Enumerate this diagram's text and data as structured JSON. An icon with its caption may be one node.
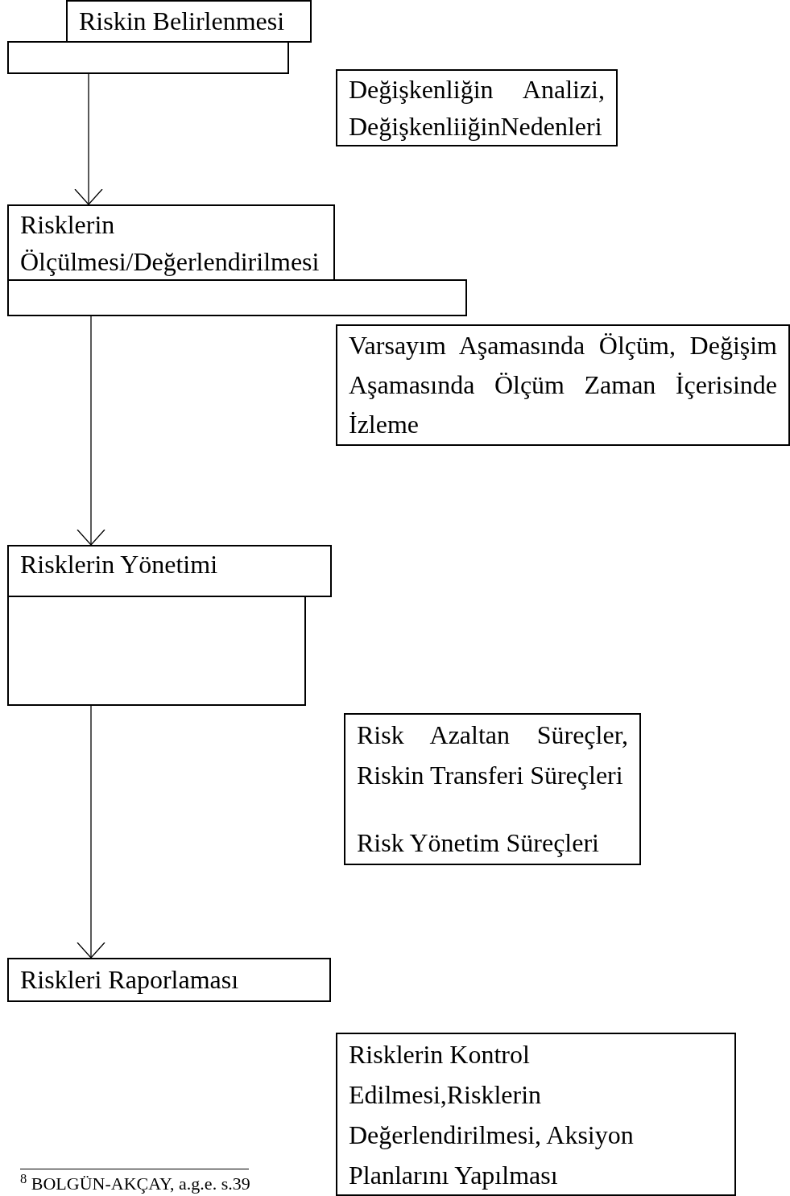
{
  "diagram": {
    "nodes": [
      {
        "text": [
          "Riskin Belirlenmesi"
        ]
      },
      {
        "text": [],
        "shape": "box"
      },
      {
        "text": [
          "Değişkenliğin Analizi, DeğişkenliiğinNedenleri"
        ]
      },
      {
        "text": [
          "Risklerin Ölçülmesi/Değerlendirilmesi"
        ]
      },
      {
        "text": [],
        "shape": "box"
      },
      {
        "text": [
          "Varsayım Aşamasında Ölçüm, Değişim Aşamasında Ölçüm Zaman İçerisinde İzleme"
        ]
      },
      {
        "text": [
          "Risklerin Yönetimi"
        ]
      },
      {
        "text": [],
        "shape": "box"
      },
      {
        "text": [
          "Risk Azaltan Süreçler, Riskin Transferi Süreçleri",
          "Risk Yönetim Süreçleri"
        ]
      },
      {
        "text": [
          "Riskleri Raporlaması"
        ]
      },
      {
        "text": [
          "Risklerin Kontrol Edilmesi,Risklerin Değerlendirilmesi, Aksiyon Planlarını Yapılması"
        ]
      }
    ],
    "edges": [
      {
        "from": 1,
        "to": 3,
        "arrow": "to"
      },
      {
        "from": 4,
        "to": 6,
        "arrow": "to"
      },
      {
        "from": 7,
        "to": 9,
        "arrow": "to"
      }
    ],
    "labels": [
      "$^{8}$ BOLGÜN-AKÇAY, a.g.e. s.39"
    ]
  }
}
